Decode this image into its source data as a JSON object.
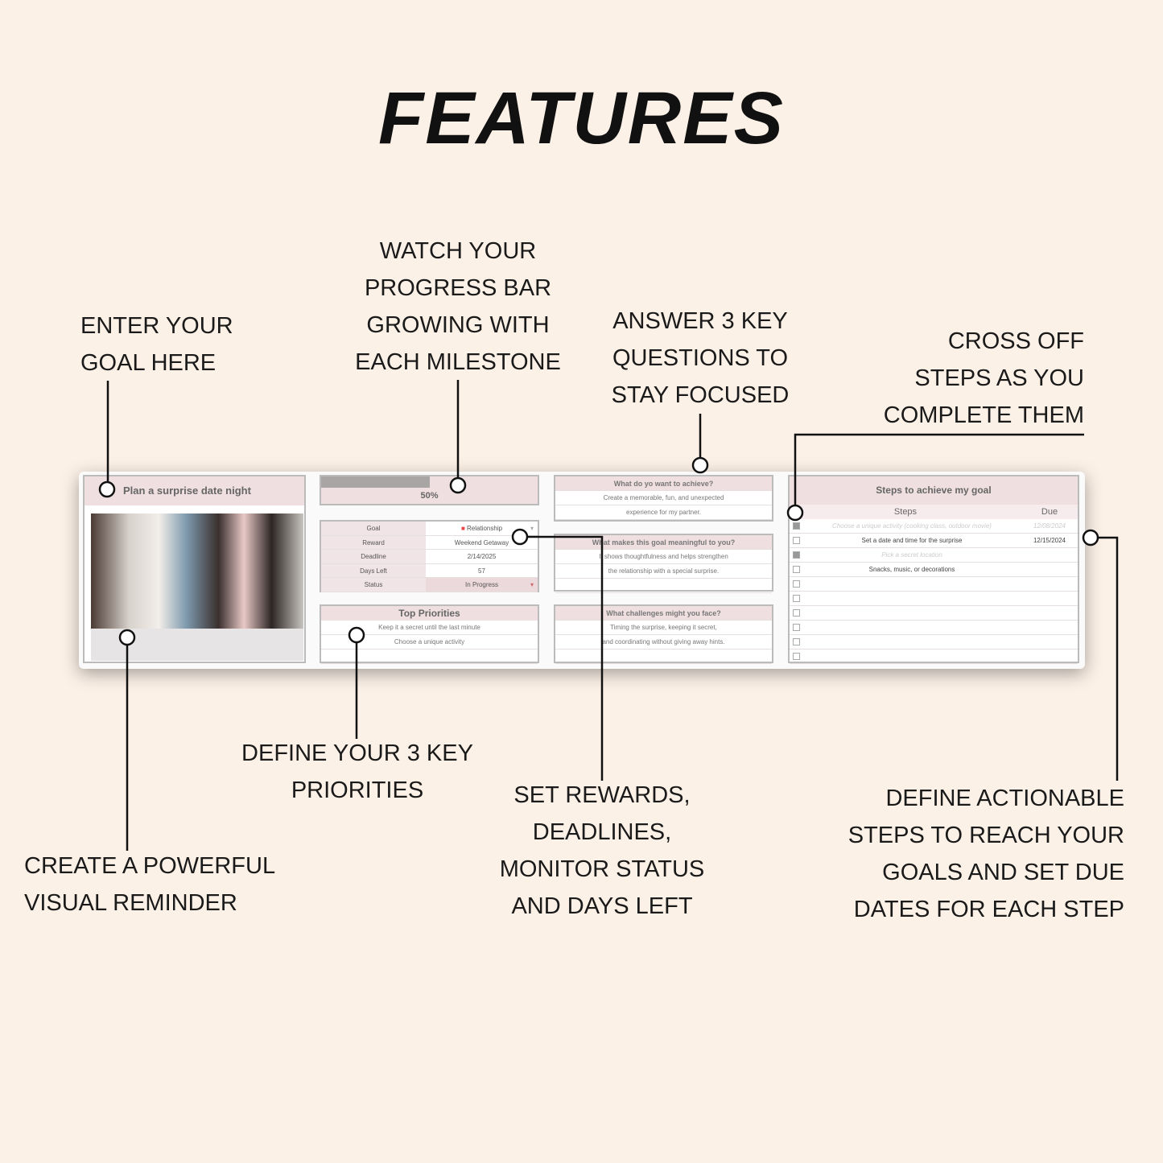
{
  "title": "FEATURES",
  "callouts": {
    "goal": "ENTER YOUR\nGOAL HERE",
    "progress": "WATCH YOUR\nPROGRESS BAR\nGROWING WITH\nEACH MILESTONE",
    "questions": "ANSWER 3 KEY\nQUESTIONS TO\nSTAY FOCUSED",
    "cross": "CROSS OFF\nSTEPS AS YOU\nCOMPLETE THEM",
    "visual": "CREATE A POWERFUL\nVISUAL REMINDER",
    "priorities": "DEFINE YOUR 3 KEY\nPRIORITIES",
    "rewards": "SET REWARDS,\nDEADLINES,\nMONITOR STATUS\nAND DAYS LEFT",
    "steps": "DEFINE ACTIONABLE\nSTEPS TO REACH YOUR\nGOALS AND SET DUE\nDATES FOR EACH STEP"
  },
  "sheet": {
    "goal_title": "Plan a surprise date night",
    "progress": {
      "percent": 50,
      "label": "50%"
    },
    "details": [
      {
        "k": "Goal",
        "v": "Relationship"
      },
      {
        "k": "Reward",
        "v": "Weekend Getaway"
      },
      {
        "k": "Deadline",
        "v": "2/14/2025"
      },
      {
        "k": "Days Left",
        "v": "57"
      },
      {
        "k": "Status",
        "v": "In Progress"
      }
    ],
    "priorities": {
      "title": "Top Priorities",
      "items": [
        "Keep it a secret until the last minute",
        "Choose a unique activity",
        ""
      ]
    },
    "questions": [
      {
        "q": "What do yo want to achieve?",
        "a": [
          "Create a memorable, fun, and unexpected",
          "experience for my partner."
        ]
      },
      {
        "q": "What makes this goal meaningful to you?",
        "a": [
          "It shows thoughtfulness and helps strengthen",
          "the relationship with a special surprise.",
          ""
        ]
      },
      {
        "q": "What challenges might you face?",
        "a": [
          "Timing the surprise, keeping it secret,",
          "and coordinating without giving away hints.",
          ""
        ]
      }
    ],
    "steps": {
      "title": "Steps to achieve my goal",
      "col_steps": "Steps",
      "col_due": "Due",
      "rows": [
        {
          "done": true,
          "text": "Choose a unique activity (cooking class, outdoor movie)",
          "due": "12/08/2024"
        },
        {
          "done": false,
          "text": "Set a date and time for the surprise",
          "due": "12/15/2024"
        },
        {
          "done": true,
          "text": "Pick a secret location",
          "due": ""
        },
        {
          "done": false,
          "text": "Snacks, music, or decorations",
          "due": ""
        },
        {
          "done": false,
          "text": "",
          "due": ""
        },
        {
          "done": false,
          "text": "",
          "due": ""
        },
        {
          "done": false,
          "text": "",
          "due": ""
        },
        {
          "done": false,
          "text": "",
          "due": ""
        },
        {
          "done": false,
          "text": "",
          "due": ""
        },
        {
          "done": false,
          "text": "",
          "due": ""
        }
      ]
    }
  }
}
